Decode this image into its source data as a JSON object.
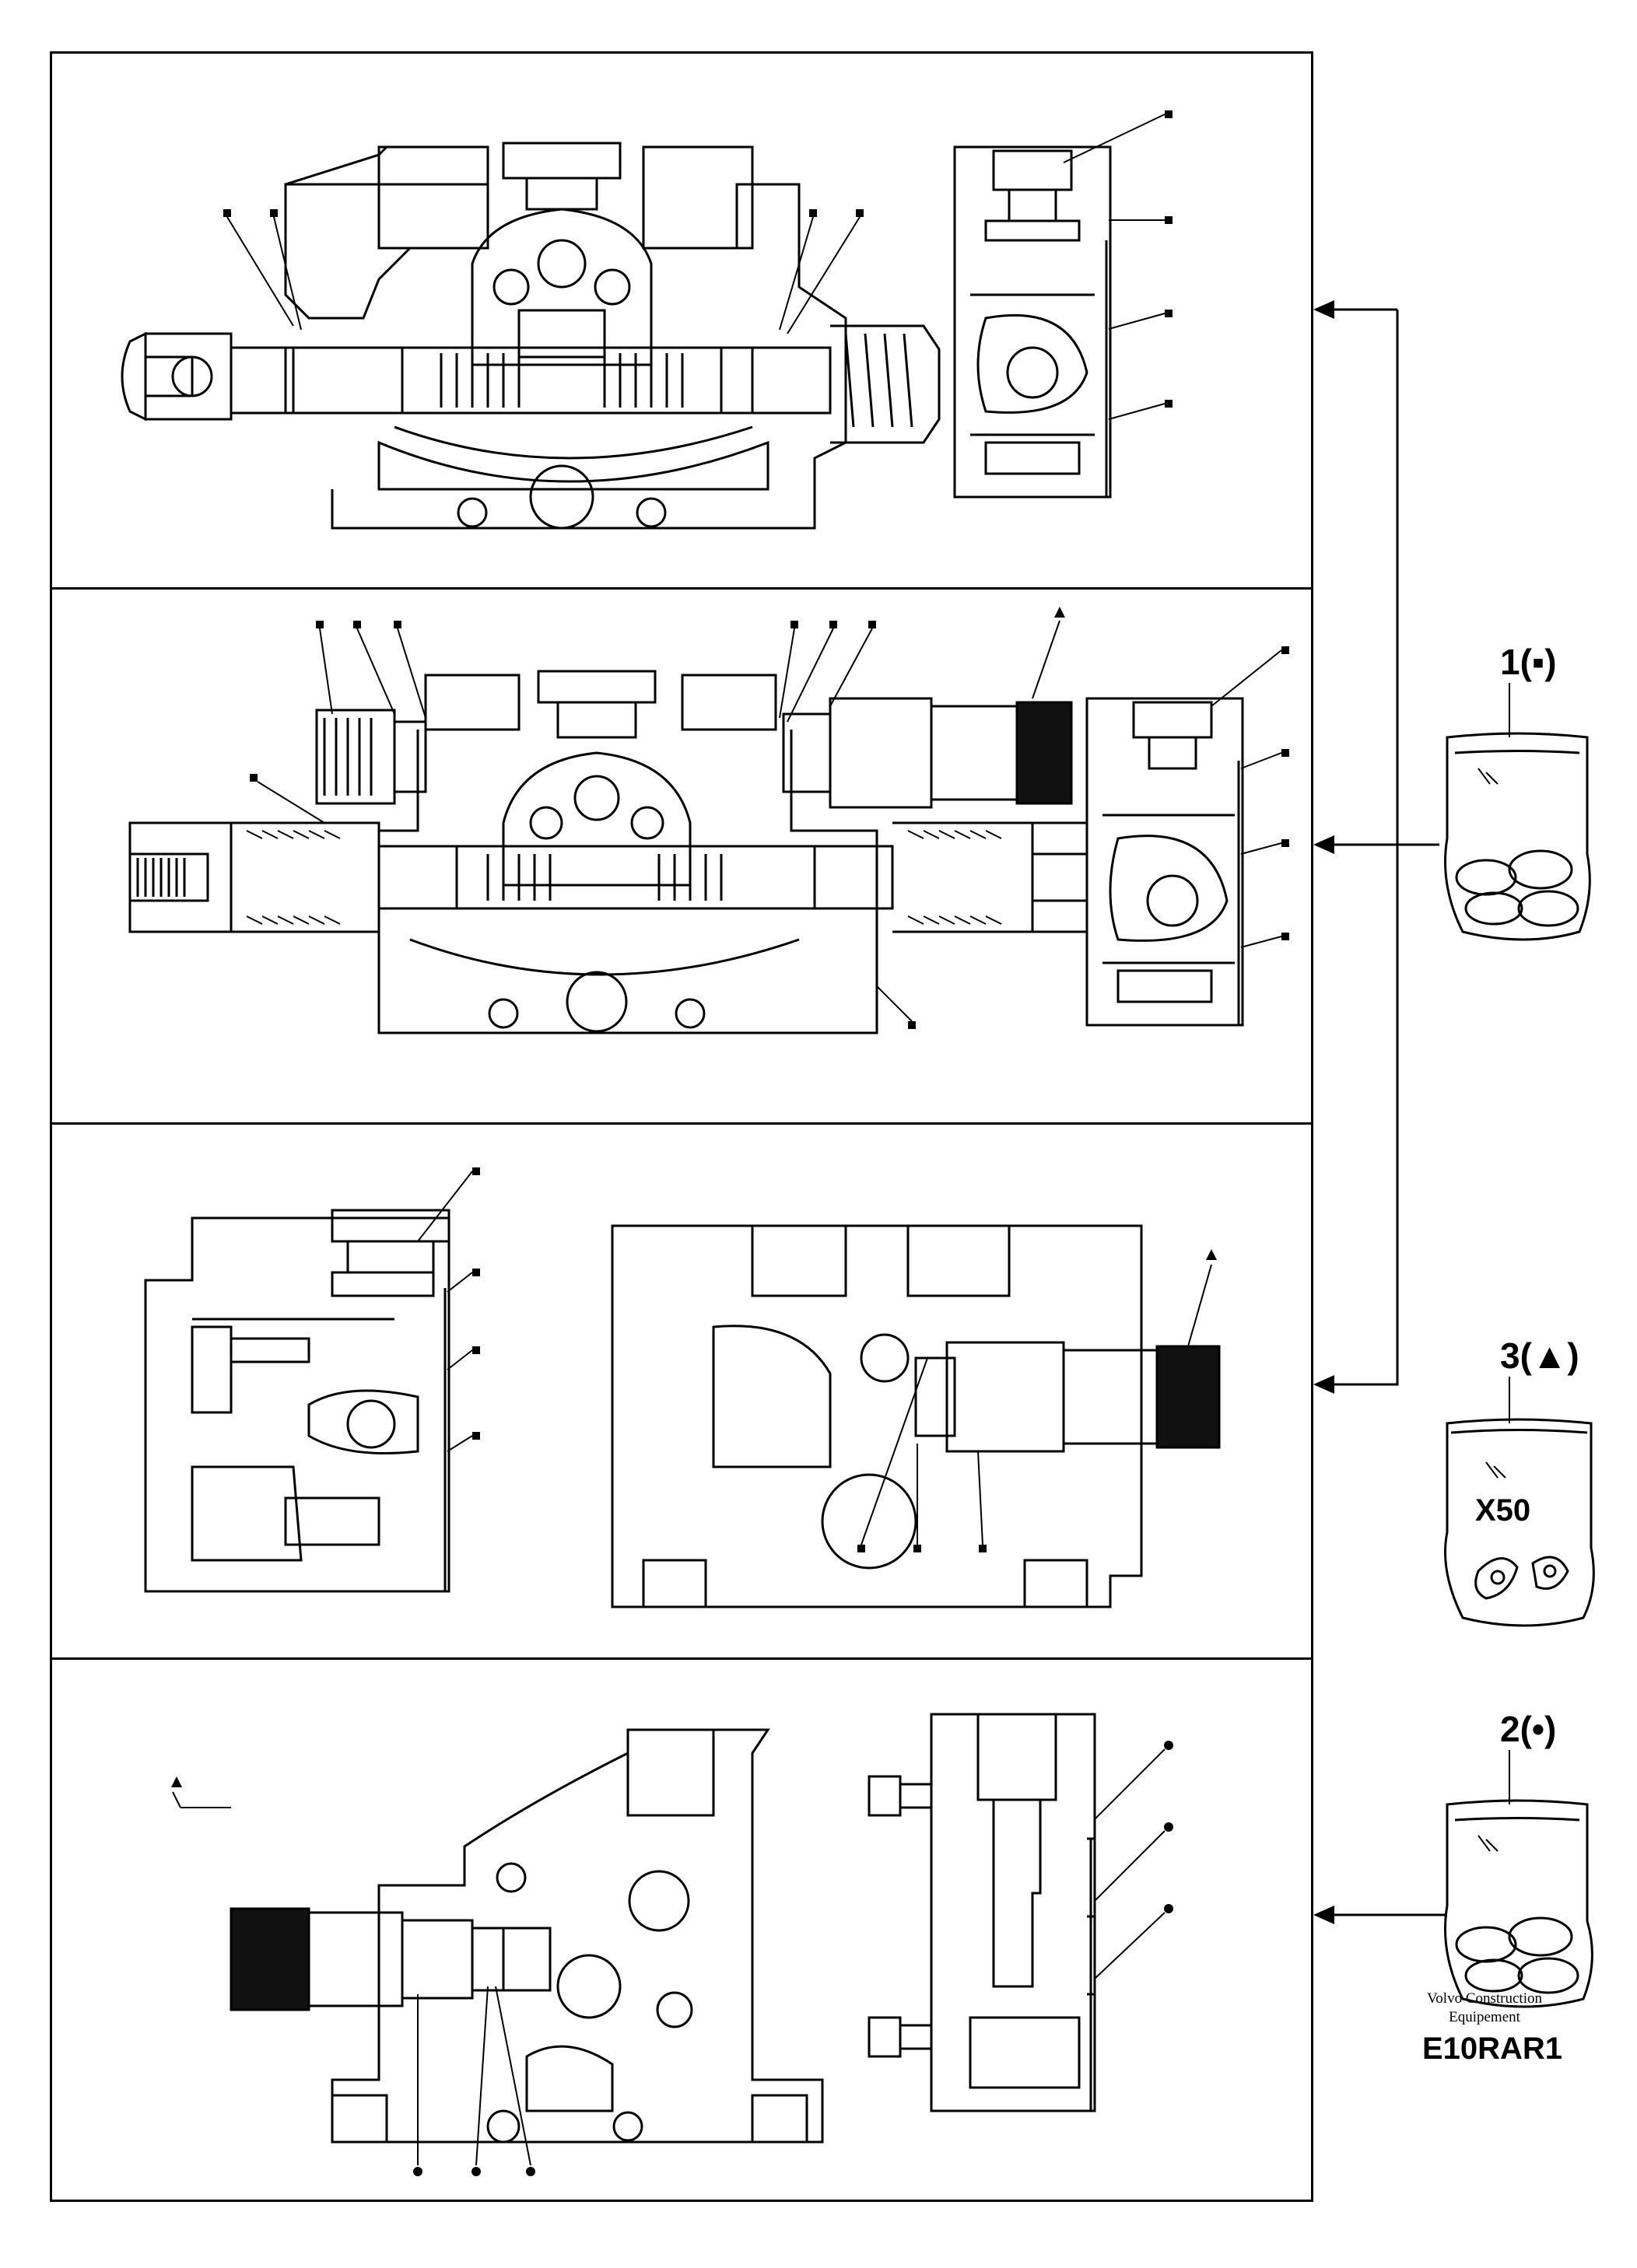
{
  "kits": [
    {
      "label": "1(▪)",
      "symbol": "square",
      "icon": "bag-of-o-rings-icon"
    },
    {
      "label": "3(▲)",
      "symbol": "triangle",
      "icon": "bag-of-clips-icon",
      "quantity": "X50"
    },
    {
      "label": "2(•)",
      "symbol": "dot",
      "icon": "bag-of-o-rings-icon"
    }
  ],
  "footer": {
    "brand_line1": "Volvo Construction",
    "brand_line2": "Equipement",
    "code": "E10RAR1"
  },
  "colors": {
    "line": "#000000",
    "fill": "#ffffff",
    "ink": "#111111"
  }
}
